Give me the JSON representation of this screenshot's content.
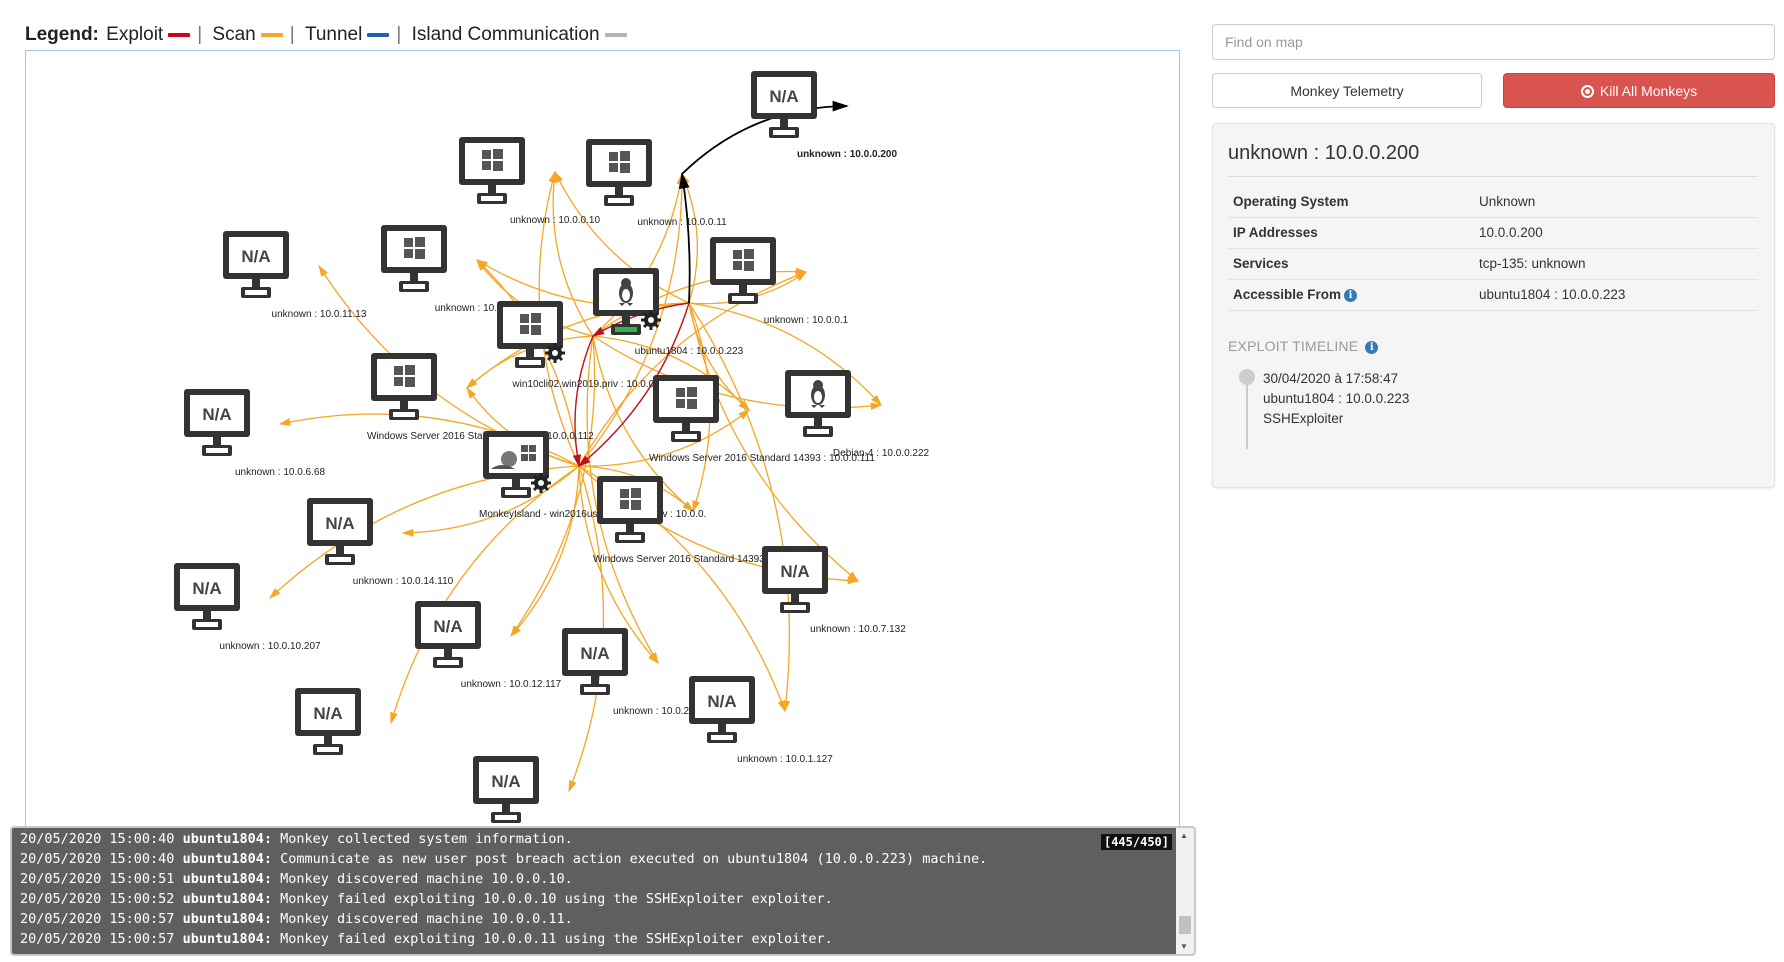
{
  "legend": {
    "title": "Legend:",
    "items": [
      {
        "label": "Exploit",
        "color": "#d0021b"
      },
      {
        "label": "Scan",
        "color": "#f5a623"
      },
      {
        "label": "Tunnel",
        "color": "#1f5fb4"
      },
      {
        "label": "Island Communication",
        "color": "#b5b5b5"
      }
    ],
    "separator": "|"
  },
  "colors": {
    "scan": "#f5a623",
    "exploit": "#c0101c",
    "tunnel_black": "#000000",
    "monitor": "#333333",
    "selected_badge": "#2fb34a"
  },
  "map": {
    "nodes": [
      {
        "id": "n200",
        "label": "unknown : 10.0.0.200",
        "os": "na",
        "bold": true
      },
      {
        "id": "n10",
        "label": "unknown : 10.0.0.10",
        "os": "windows"
      },
      {
        "id": "n11",
        "label": "unknown : 10.0.0.11",
        "os": "windows"
      },
      {
        "id": "n1113",
        "label": "unknown : 10.0.11.13",
        "os": "na"
      },
      {
        "id": "n2",
        "label": "unknown : 10.0.0.2",
        "os": "windows"
      },
      {
        "id": "n223",
        "label": "ubuntu1804 : 10.0.0.223",
        "os": "linux",
        "monkey": true,
        "selected_source": true
      },
      {
        "id": "n1",
        "label": "unknown : 10.0.0.1",
        "os": "windows"
      },
      {
        "id": "n201",
        "label": "win10cli02.win2019.priv : 10.0.0.201",
        "os": "windows",
        "monkey": true
      },
      {
        "id": "n112",
        "label": "Windows Server 2016 Standard 14393 : 10.0.0.112",
        "os": "windows"
      },
      {
        "id": "n111",
        "label": "Windows Server 2016 Standard 14393 : 10.0.0.111",
        "os": "windows"
      },
      {
        "id": "n222",
        "label": "Debian-4 : 10.0.0.222",
        "os": "linux"
      },
      {
        "id": "n668",
        "label": "unknown : 10.0.6.68",
        "os": "na"
      },
      {
        "id": "island",
        "label": "MonkeyIsland - win2016us02.win2019.priv : 10.0.0.",
        "os": "island",
        "monkey": true
      },
      {
        "id": "n113",
        "label": "Windows Server 2016 Standard 14393 : 10.0.0.113",
        "os": "windows"
      },
      {
        "id": "n14110",
        "label": "unknown : 10.0.14.110",
        "os": "na"
      },
      {
        "id": "n7132",
        "label": "unknown : 10.0.7.132",
        "os": "na"
      },
      {
        "id": "n10207",
        "label": "unknown : 10.0.10.207",
        "os": "na"
      },
      {
        "id": "n12117",
        "label": "unknown : 10.0.12.117",
        "os": "na"
      },
      {
        "id": "n222b",
        "label": "unknown : 10.0.2.22",
        "os": "na"
      },
      {
        "id": "n1127",
        "label": "unknown : 10.0.1.127",
        "os": "na"
      },
      {
        "id": "nA",
        "label": "",
        "os": "na"
      },
      {
        "id": "nB",
        "label": "",
        "os": "na"
      }
    ],
    "na_text": "N/A"
  },
  "console": {
    "counter": "[445/450]",
    "lines": [
      {
        "ts": "20/05/2020 15:00:40",
        "host": "ubuntu1804:",
        "msg": " Monkey collected system information."
      },
      {
        "ts": "20/05/2020 15:00:40",
        "host": "ubuntu1804:",
        "msg": " Communicate as new user post breach action executed on ubuntu1804 (10.0.0.223) machine."
      },
      {
        "ts": "20/05/2020 15:00:51",
        "host": "ubuntu1804:",
        "msg": " Monkey discovered machine 10.0.0.10."
      },
      {
        "ts": "20/05/2020 15:00:52",
        "host": "ubuntu1804:",
        "msg": " Monkey failed exploiting 10.0.0.10 using the SSHExploiter exploiter."
      },
      {
        "ts": "20/05/2020 15:00:57",
        "host": "ubuntu1804:",
        "msg": " Monkey discovered machine 10.0.0.11."
      },
      {
        "ts": "20/05/2020 15:00:57",
        "host": "ubuntu1804:",
        "msg": " Monkey failed exploiting 10.0.0.11 using the SSHExploiter exploiter."
      }
    ]
  },
  "sidebar": {
    "search_placeholder": "Find on map",
    "telemetry_label": "Monkey Telemetry",
    "kill_label": "Kill All Monkeys",
    "selected": {
      "title": "unknown : 10.0.0.200",
      "rows": [
        {
          "key": "Operating System",
          "value": "Unknown",
          "info": false
        },
        {
          "key": "IP Addresses",
          "value": "10.0.0.200",
          "info": false
        },
        {
          "key": "Services",
          "value": "tcp-135: unknown",
          "info": false
        },
        {
          "key": "Accessible From",
          "value": "ubuntu1804 : 10.0.0.223",
          "info": true
        }
      ],
      "timeline_title": "EXPLOIT TIMELINE",
      "timeline": [
        {
          "date": "30/04/2020 à 17:58:47",
          "machine": "ubuntu1804 : 10.0.0.223",
          "exploiter": "SSHExploiter"
        }
      ]
    }
  }
}
